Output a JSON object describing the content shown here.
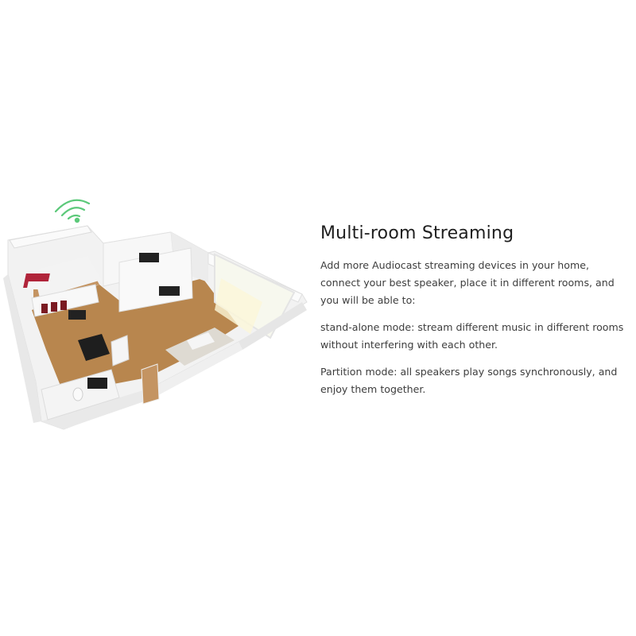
{
  "section": {
    "heading": "Multi-room Streaming",
    "paragraphs": [
      "Add more Audiocast streaming devices in your home, connect your best speaker, place it in different rooms, and you will be able to:",
      "stand-alone mode: stream different music in different rooms without interfering with each other.",
      "Partition mode: all speakers play songs synchronously, and enjoy them together."
    ]
  },
  "illustration": {
    "description": "3D isometric floor plan of an apartment with wifi signal",
    "icon": "wifi-icon",
    "wifi_color": "#5cc97a",
    "floor_color": "#b8864e"
  }
}
